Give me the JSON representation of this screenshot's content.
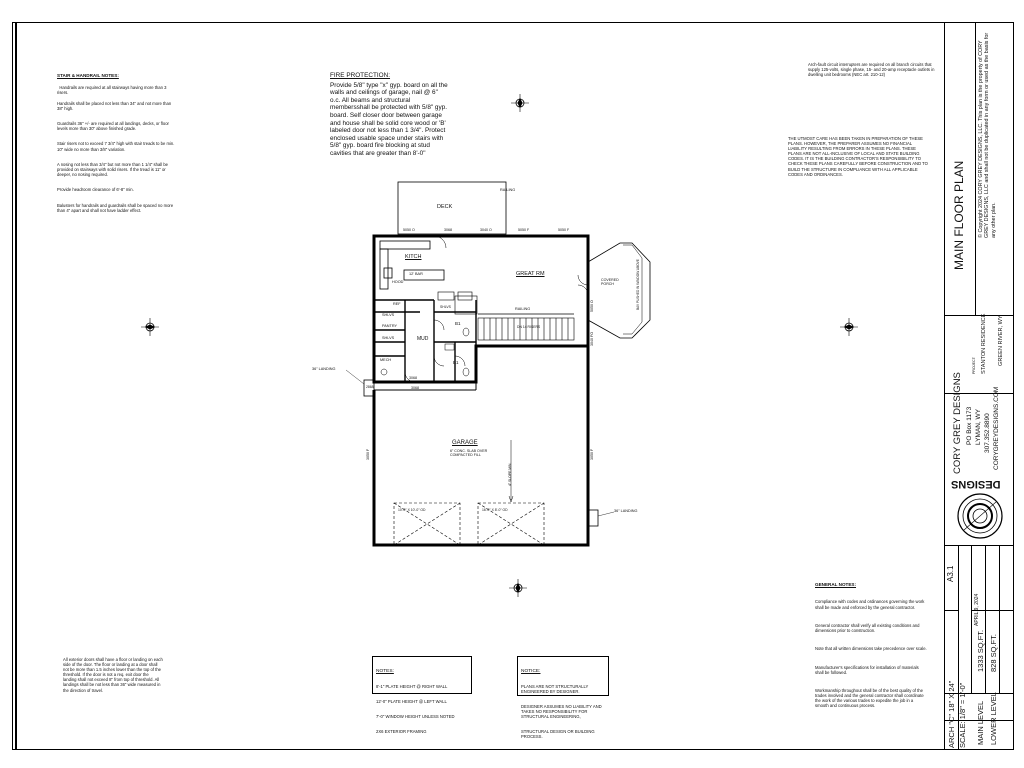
{
  "stair_notes": {
    "heading": "STAIR & HANDRAIL NOTES:",
    "lines": [
      "Handrails are required at all stairways having more than 3 risers.",
      "Handrails shall be placed not less than 34\" and not more than 38\" high.",
      "Guardrails 36\" +/- are required at all landings, decks, or floor levels more than 30\" above finished grade.",
      "Stair risers not to exceed 7 3/4\" high with stair treads to be min. 10\" wide no more than 3/8\" variation.",
      "A nosing not less than 3/4\" but not more than 1 1/4\" shall be provided on stairways with solid risers. If the tread is 11\" or deeper, no nosing required.",
      "Provide headroom clearance of 6'-8\" min.",
      "Balusters for handrails and guardrails shall be spaced no more than 4\" apart and shall not have ladder effect."
    ]
  },
  "fire_protection": {
    "heading": "FIRE PROTECTION:",
    "text": "Provide 5/8\" type \"x\" gyp. board on all the walls and ceilings of garage, nail @ 6\" o.c. All beams and structural membersshall be protected with 5/8\" gyp. board. Self closer door between garage and house shall be solid core wood or 'B' labeled door not less than 1 3/4\". Protect enclosed usable space under stairs with 5/8\" gyp. board fire blocking at stud cavities that are greater than 8'-0\""
  },
  "afci_note": "Arch-fault circuit interrupters are required on all branch circuits that supply 125-volts, single phase, 15- and 20-amp receptacle outlets in dwelling unit bedrooms (NEC art. 210-12)",
  "disclaimer": "THE UTMOST CARE HAS BEEN TAKEN IN PREPARATION OF THESE PLANS. HOWEVER, THE PREPARER ASSUMES NO FINANCIAL LIABILITY RESULTING FROM ERRORS IN THESE PLANS. THESE PLANS ARE NOT ALL-INCLUSIVE OF LOCAL AND STATE BUILDING CODES. IT IS THE BUILDING CONTRACTOR'S RESPONSIBILITY TO CHECK THESE PLANS CAREFULLY BEFORE CONSTRUCTION AND TO BUILD THE STRUCTURE IN COMPLIANCE WITH ALL APPLICABLE CODES AND ORDINANCES.",
  "general_notes": {
    "heading": "GENERAL NOTES:",
    "paragraphs": [
      "Compliance with codes and ordinances governing the work shall be made and enforced by the general contractor.",
      "General contractor shall verify all existing conditions and dimensions prior to construction.",
      "Note that all written dimensions take precedence over scale.",
      "Manufacturer's specifications for installation of materials shall be followed.",
      "Workmanship throughout shall be of the best quality of the trades involved and the general contractor shall coordinate the work of the various trades to expedite the job in a smooth and continuous process."
    ]
  },
  "exterior_doors_note": "All exterior doors shall have a floor or landing on each side of the door. The floor or landing at a door shall not be more than 1.5 inches lower than the top of the threshold. If the door is not a req. exit door the landing shall not exceed 8\" from top of threshold. All landings shall be not less than 36\" wide measured in the direction of travel.",
  "notes_box_1": {
    "heading": "NOTES:",
    "lines": [
      "8'-1\" PLATE HEIGHT @ RIGHT WALL",
      "12'-0\" PLATE HEIGHT @ LEFT WALL",
      "7'-0\" WINDOW HEIGHT UNLESS NOTED",
      "2X6 EXTERIOR FRAMING"
    ]
  },
  "notes_box_2": {
    "heading": "NOTICE:",
    "lines": [
      "PLANS ARE NOT STRUCTURALLY ENGINEERED BY DESIGNER.",
      "DESIGNER ASSUMES NO LIABILITY AND TAKES NO RESPONSIBILITY FOR STRUCTURAL ENGINEERING,",
      "STRUCTURAL DESIGN OR BUILDING PROCESS."
    ]
  },
  "plan_labels": {
    "deck": "DECK",
    "railing_top": "RAILING",
    "kitch": "KITCH",
    "bar": "12' BAR",
    "hood": "HOOD",
    "great_rm": "GREAT RM",
    "covered_porch": "COVERED PORCH",
    "bay_window": "BAY PUSHED IN WINDOW ABOVE",
    "railing_stair": "RAILING",
    "down": "DN 14 RISERS",
    "ref": "REF",
    "shlvs_1": "SHLVS",
    "pantry": "PANTRY",
    "shlvs_2": "SHLVS",
    "mech": "MECH",
    "mud": "MUD",
    "bath_1": "B1",
    "bath_2": "B1",
    "shlvs_3": "SHLVS",
    "garage": "GARAGE",
    "garage_sub": "6\" CONC. SLAB OVER COMPACTED FILL",
    "slope": "4\" SLOPE MIN.",
    "gdoor_1": "10'-0\" X 10'-0\" OD",
    "gdoor_2": "16'-0\" X 8'-0\" OD",
    "landing_left": "36\" LANDING",
    "landing_right": "36\" LANDING",
    "win_5050_a": "5050 O",
    "win_3068": "3068",
    "win_3040": "3040 O",
    "win_5050_f": "5050 F",
    "win_5050_f2": "5050 F",
    "win_2868": "2868",
    "win_3068b": "3068",
    "win_3068c": "3068",
    "win_3050_left": "3050 F",
    "win_3050_right": "3050 F",
    "win_5050_side": "5050 O",
    "win_3040_side": "3040 FO"
  },
  "title_block": {
    "sheet_title": "MAIN FLOOR PLAN",
    "copyright": "© Copyright 2024 CORY GREY DESIGNS, LLC. This plan is the property of CORY GREY DESIGNS, LLC and shall not be duplicated in any form or used as the basis for any other plan.",
    "project_label": "PROJECT:",
    "project_name": "STANTON RESIDENCE",
    "project_location": "GREEN RIVER, WY",
    "company": "CORY GREY DESIGNS",
    "address_1": "PO Box 1173",
    "address_2": "LYMAN, WY",
    "phone": "307.352.8890",
    "web": "CORYGREYDESIGNS.COM",
    "logo_text": "DESIGNS",
    "sheet_no": "A3.1",
    "date": "APRIL 9, 2024",
    "paper": "ARCH \"C\" 18\" X 24\"",
    "scale": "SCALE: 1/8\" = 1'-0\"",
    "main_level": "MAIN LEVEL",
    "main_sqft": "1333 SQ.FT.",
    "lower_level": "LOWER LEVEL",
    "lower_sqft": "828 SQ.FT."
  }
}
